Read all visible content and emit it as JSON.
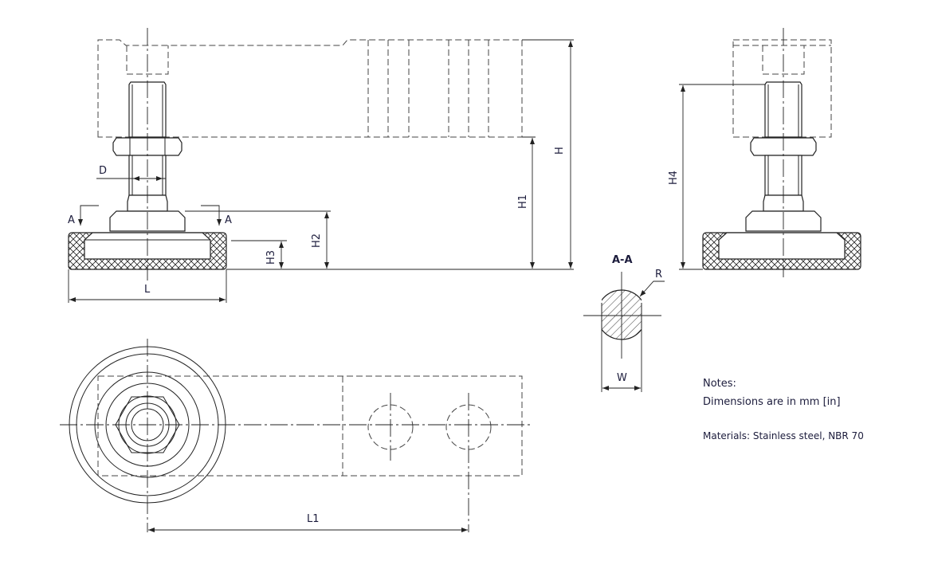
{
  "drawing": {
    "front_view": {
      "dimension_labels": {
        "H": "H",
        "H1": "H1",
        "H2": "H2",
        "H3": "H3",
        "D": "D",
        "L": "L"
      },
      "section_marks": {
        "left": "A",
        "right": "A"
      }
    },
    "side_view": {
      "dimension_labels": {
        "H4": "H4"
      }
    },
    "section": {
      "title": "A-A",
      "radius_label": "R",
      "width_label": "W"
    },
    "top_view": {
      "dimension_labels": {
        "L1": "L1"
      }
    },
    "notes": {
      "heading": "Notes:",
      "dimensions": "Dimensions are in mm [in]",
      "materials": "Materials: Stainless steel, NBR 70"
    },
    "colors": {
      "line": "#222222",
      "text": "#1c1c3c"
    }
  }
}
